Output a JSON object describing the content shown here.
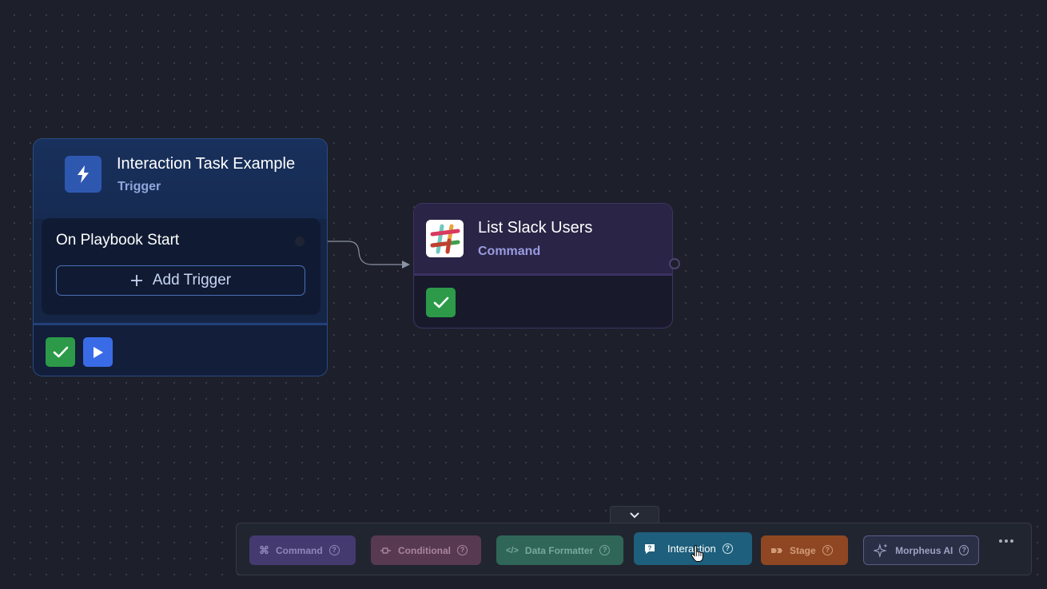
{
  "trigger_node": {
    "title": "Interaction Task Example",
    "subtitle": "Trigger",
    "icon": "lightning-bolt-icon",
    "inner_title": "On Playbook Start",
    "add_trigger_label": "Add Trigger",
    "footer_icons": [
      "check-icon",
      "play-icon"
    ]
  },
  "command_node": {
    "title": "List Slack Users",
    "subtitle": "Command",
    "icon": "slack-icon",
    "footer_icons": [
      "check-icon"
    ]
  },
  "toolbar": {
    "collapse_icon": "chevron-down-icon",
    "buttons": [
      {
        "label": "Command",
        "icon": "command-icon",
        "color": "#453a70"
      },
      {
        "label": "Conditional",
        "icon": "conditional-icon",
        "color": "#573a52"
      },
      {
        "label": "Data Formatter",
        "icon": "code-icon",
        "color": "#2f6657"
      },
      {
        "label": "Interaction",
        "icon": "chat-question-icon",
        "color": "#1d5f7c"
      },
      {
        "label": "Stage",
        "icon": "stage-icon",
        "color": "#8e4722"
      },
      {
        "label": "Morpheus AI",
        "icon": "sparkles-icon",
        "color": "#2b2f45"
      }
    ],
    "more_icon": "more-horizontal-icon"
  },
  "colors": {
    "success": "#2c9a48",
    "run": "#3a6be6"
  }
}
